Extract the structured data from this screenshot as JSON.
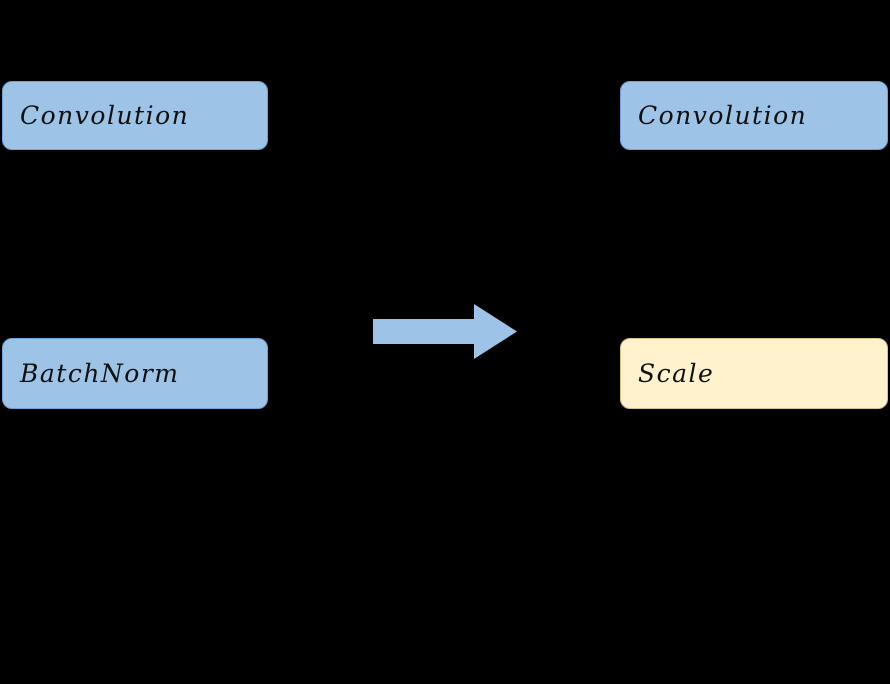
{
  "diagram": {
    "description_type": "model-transformation-diagram",
    "colors": {
      "background": "#000000",
      "box_fill_blue": "#9DC3E6",
      "box_border_blue": "#6FA3D8",
      "box_fill_yellow": "#FFF2CC",
      "box_border_yellow": "#D8C089",
      "arrow_fill": "#9DC3E6",
      "text_color": "#101010"
    },
    "left_column": {
      "convolution_label": "Convolution",
      "batchnorm_label": "BatchNorm"
    },
    "right_column": {
      "convolution_label": "Convolution",
      "scale_label": "Scale"
    },
    "arrow": {
      "direction": "right",
      "meaning": "transformation from left graph to right graph"
    }
  }
}
